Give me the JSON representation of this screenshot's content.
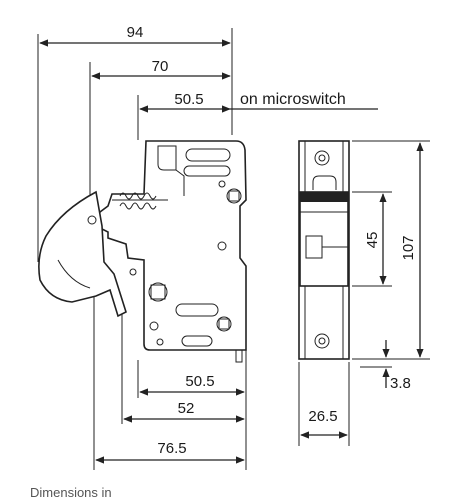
{
  "dimensions": {
    "overall_width": "94",
    "front_width": "70",
    "microswitch_width": "50.5",
    "microswitch_label": "on microswitch",
    "bottom_width_small": "50.5",
    "bottom_width_mid": "52",
    "bottom_width_large": "76.5",
    "side_height": "107",
    "window_height": "45",
    "side_width": "26.5",
    "base_offset": "3.8"
  },
  "caption": "Dimensions in",
  "colors": {
    "line": "#222222",
    "background": "#ffffff"
  }
}
